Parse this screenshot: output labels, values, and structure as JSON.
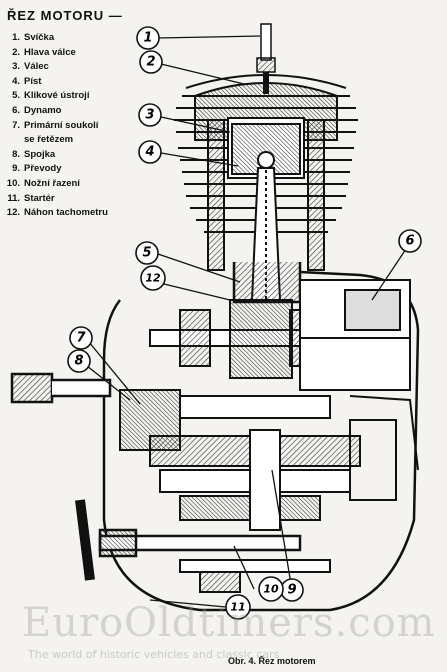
{
  "title": "ŘEZ MOTORU —",
  "legend": [
    {
      "num": "1.",
      "label": "Svíčka"
    },
    {
      "num": "2.",
      "label": "Hlava válce"
    },
    {
      "num": "3.",
      "label": "Válec"
    },
    {
      "num": "4.",
      "label": "Píst"
    },
    {
      "num": "5.",
      "label": "Klikové ústrojí"
    },
    {
      "num": "6.",
      "label": "Dynamo"
    },
    {
      "num": "7.",
      "label": "Primární soukolí\nse řetězem"
    },
    {
      "num": "8.",
      "label": "Spojka"
    },
    {
      "num": "9.",
      "label": "Převody"
    },
    {
      "num": "10.",
      "label": "Nožní řazení"
    },
    {
      "num": "11.",
      "label": "Startér"
    },
    {
      "num": "12.",
      "label": "Náhon tachometru"
    }
  ],
  "callouts": [
    "1",
    "2",
    "3",
    "4",
    "5",
    "6",
    "7",
    "8",
    "12",
    "9",
    "10",
    "11"
  ],
  "caption": "Obr. 4. Řez motorem",
  "watermark": "EuroOldtimers.com",
  "watermark_sub": "The world of historic vehicles and classic cars",
  "colors": {
    "ink": "#111111",
    "paper": "#f4f3ef",
    "hatch": "#333333"
  }
}
